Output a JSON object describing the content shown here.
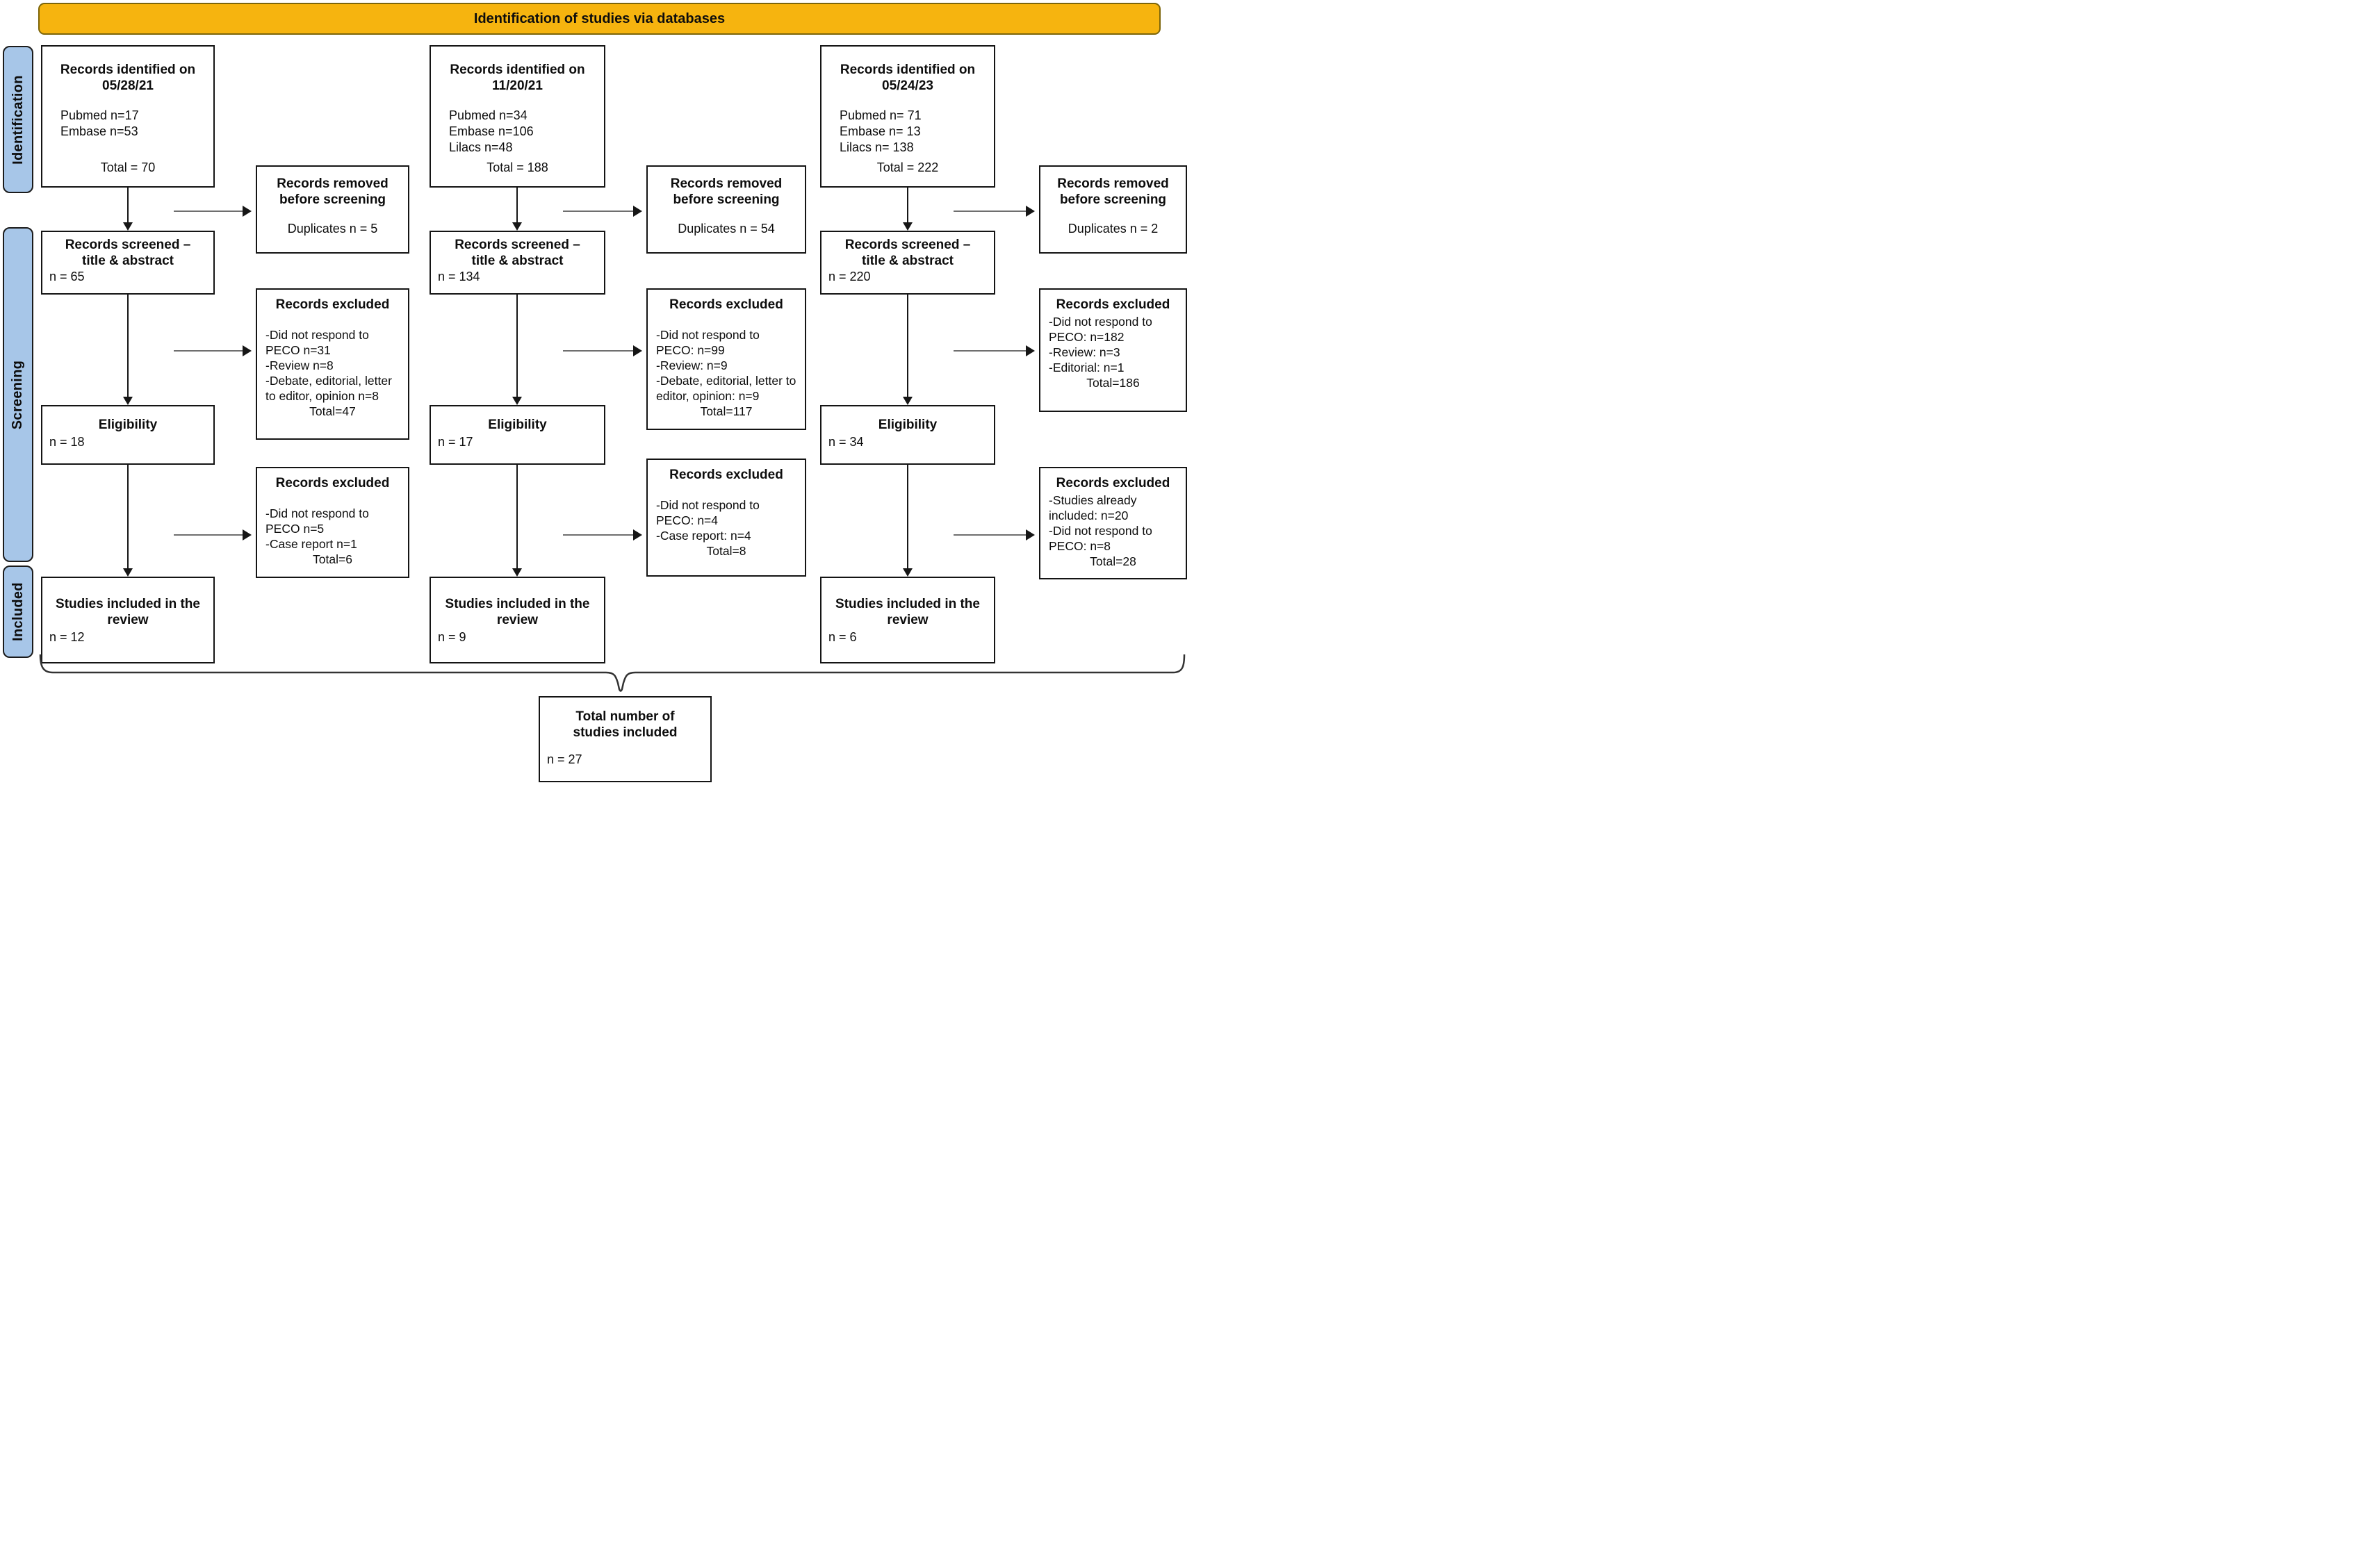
{
  "header": {
    "title": "Identification of studies via databases"
  },
  "sidebar": {
    "identification": "Identification",
    "screening": "Screening",
    "included": "Included"
  },
  "colors": {
    "header_fill": "#F6B40F",
    "header_border": "#7C650A",
    "sidebar_fill": "#A7C6E8",
    "box_border": "#141414",
    "arrow_line_gray": "#6F6F6F"
  },
  "columns": [
    {
      "identified": {
        "title_line1": "Records identified on",
        "title_line2": "05/28/21",
        "sources": [
          "Pubmed n=17",
          "Embase n=53"
        ],
        "total": "Total = 70"
      },
      "removed": {
        "title_line1": "Records removed",
        "title_line2": "before screening",
        "detail": "Duplicates n = 5"
      },
      "screened": {
        "title_line1": "Records screened –",
        "title_line2": "title & abstract",
        "count": "n = 65"
      },
      "excluded1": {
        "title": "Records excluded",
        "lines": [
          "-Did not respond to PECO n=31",
          "-Review n=8",
          "-Debate, editorial, letter to editor, opinion n=8"
        ],
        "total": "Total=47"
      },
      "eligibility": {
        "title": "Eligibility",
        "count": "n = 18"
      },
      "excluded2": {
        "title": "Records excluded",
        "lines": [
          "-Did not respond to PECO n=5",
          "-Case report n=1"
        ],
        "total": "Total=6"
      },
      "included": {
        "title_line1": "Studies included in the",
        "title_line2": "review",
        "count": "n = 12"
      }
    },
    {
      "identified": {
        "title_line1": "Records identified on",
        "title_line2": "11/20/21",
        "sources": [
          "Pubmed n=34",
          "Embase n=106",
          "Lilacs n=48"
        ],
        "total": "Total = 188"
      },
      "removed": {
        "title_line1": "Records removed",
        "title_line2": "before screening",
        "detail": "Duplicates n = 54"
      },
      "screened": {
        "title_line1": "Records screened –",
        "title_line2": "title & abstract",
        "count": "n = 134"
      },
      "excluded1": {
        "title": "Records excluded",
        "lines": [
          "-Did not respond to PECO: n=99",
          "-Review: n=9",
          "-Debate, editorial, letter to editor, opinion: n=9"
        ],
        "total": "Total=117"
      },
      "eligibility": {
        "title": "Eligibility",
        "count": "n = 17"
      },
      "excluded2": {
        "title": "Records excluded",
        "lines": [
          "-Did not respond to PECO: n=4",
          "-Case report: n=4"
        ],
        "total": "Total=8"
      },
      "included": {
        "title_line1": "Studies included in the",
        "title_line2": "review",
        "count": "n = 9"
      }
    },
    {
      "identified": {
        "title_line1": "Records identified on",
        "title_line2": "05/24/23",
        "sources": [
          "Pubmed n= 71",
          "Embase n= 13",
          "Lilacs n= 138"
        ],
        "total": "Total = 222"
      },
      "removed": {
        "title_line1": "Records removed",
        "title_line2": "before screening",
        "detail": "Duplicates n = 2"
      },
      "screened": {
        "title_line1": "Records screened –",
        "title_line2": "title & abstract",
        "count": "n = 220"
      },
      "excluded1": {
        "title": "Records excluded",
        "lines": [
          "-Did not respond to PECO: n=182",
          "-Review: n=3",
          "-Editorial: n=1"
        ],
        "total": "Total=186"
      },
      "eligibility": {
        "title": "Eligibility",
        "count": "n = 34"
      },
      "excluded2": {
        "title": "Records excluded",
        "lines": [
          "-Studies already included: n=20",
          "-Did not respond to PECO: n=8"
        ],
        "total": "Total=28"
      },
      "included": {
        "title_line1": "Studies included in the",
        "title_line2": "review",
        "count": "n = 6"
      }
    }
  ],
  "total_box": {
    "title_line1": "Total number of",
    "title_line2": "studies included",
    "count": "n = 27"
  }
}
